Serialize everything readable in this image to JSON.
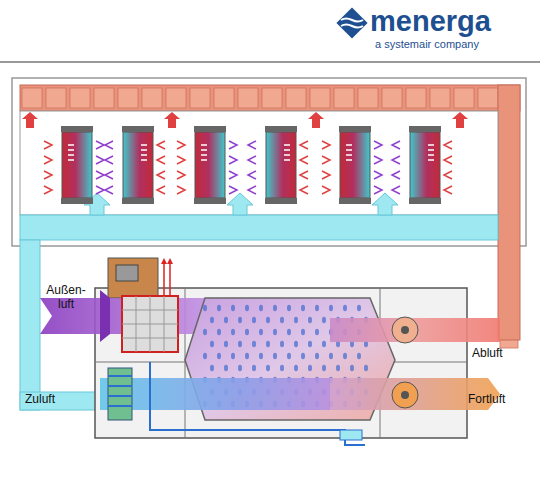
{
  "diagram": {
    "labels": [
      "menerga",
      "a systemair company",
      "Außen- luft",
      "Zuluft",
      "Abluft",
      "Fortluft"
    ]
  }
}
